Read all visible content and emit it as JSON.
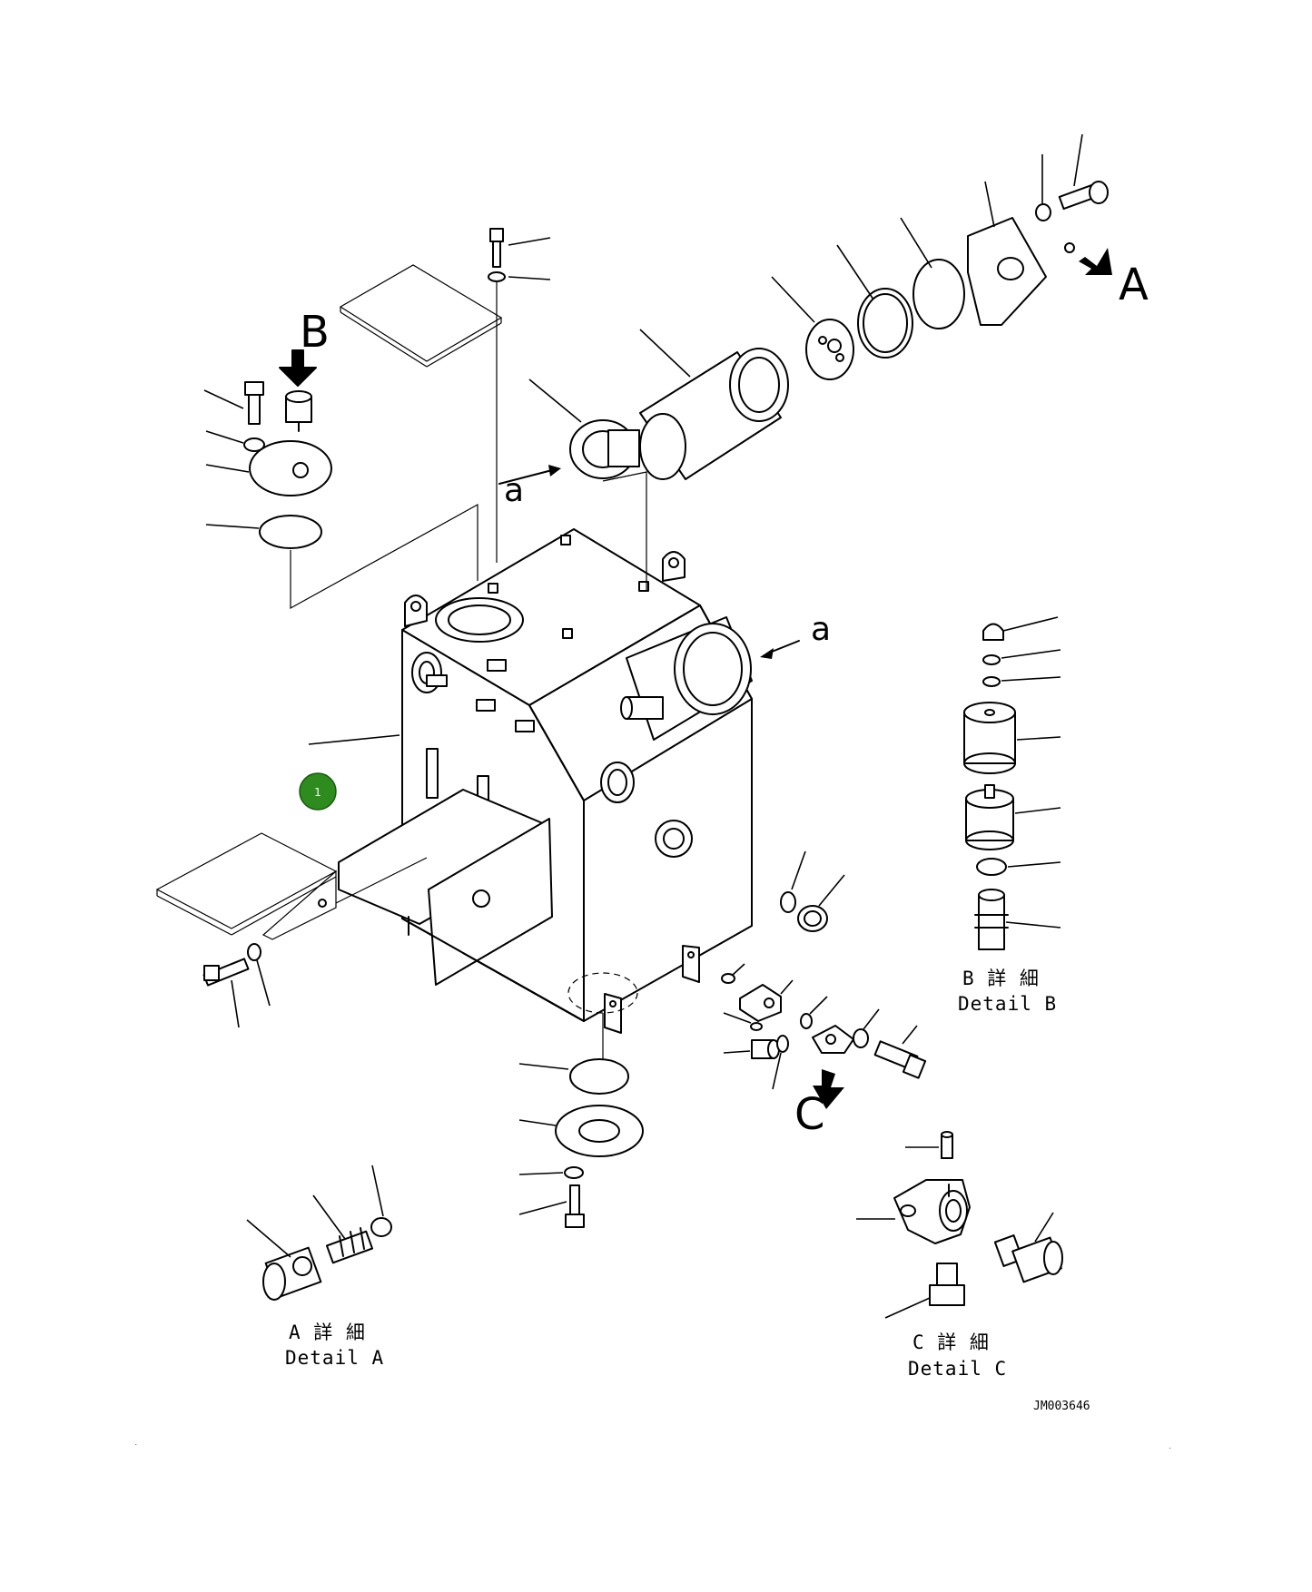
{
  "callout": {
    "number": "1",
    "color": "#2e8b1e"
  },
  "view_arrows": {
    "a": "A",
    "b": "B",
    "c": "C"
  },
  "flow_marks": {
    "top": "a",
    "right": "a"
  },
  "details": {
    "a": {
      "jp": "A 詳 細",
      "en": "Detail A"
    },
    "b": {
      "jp": "B 詳 細",
      "en": "Detail B"
    },
    "c": {
      "jp": "C 詳 細",
      "en": "Detail C"
    }
  },
  "drawing_code": "JM003646",
  "icons": [
    "callout-badge",
    "view-arrow-icon"
  ]
}
